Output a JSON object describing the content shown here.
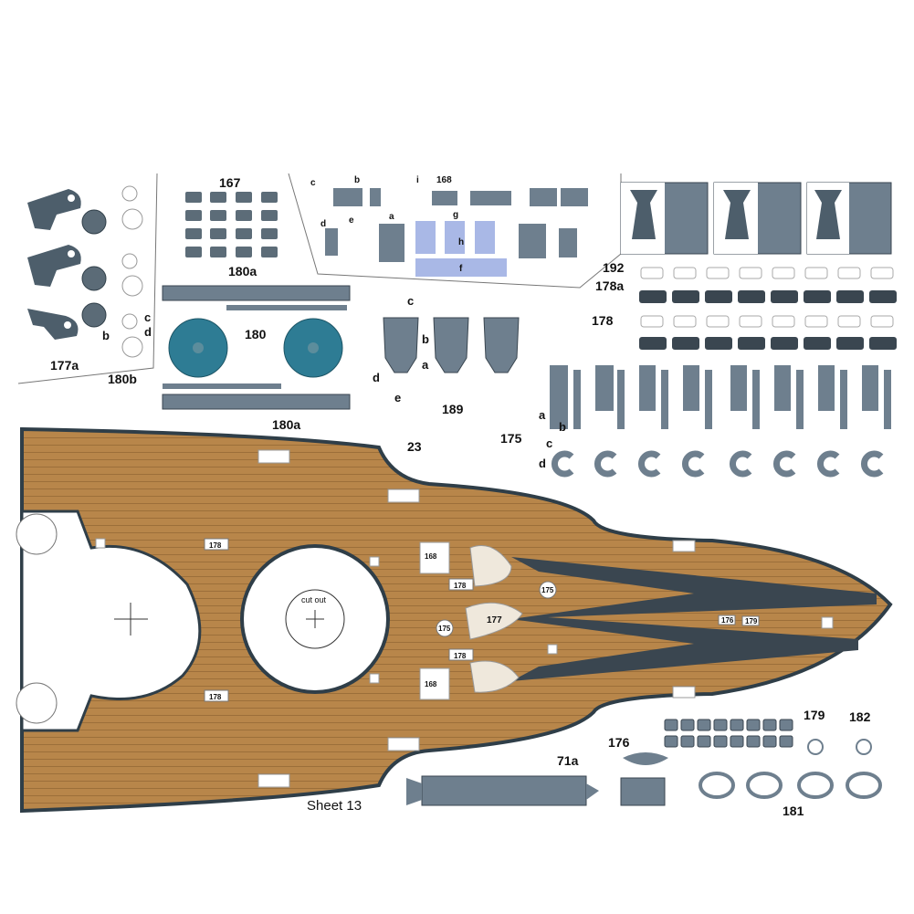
{
  "sheet_caption": "Sheet 13",
  "colors": {
    "deck": "#b8864a",
    "deck_plank": "#9c6f3a",
    "part_gray": "#6e7f8e",
    "part_dark": "#3a4650",
    "hull_edge": "#2f3e48",
    "turret_teal": "#2e7c94",
    "light_blue": "#a9b8e6"
  },
  "labels": {
    "p167": "167",
    "p168": "168",
    "p177a": "177a",
    "p180": "180",
    "p180a_top": "180a",
    "p180a_bottom": "180a",
    "p180b": "180b",
    "p189": "189",
    "p192": "192",
    "p178a": "178a",
    "p178": "178",
    "p175": "175",
    "p23": "23",
    "p179": "179",
    "p182": "182",
    "p181": "181",
    "p176": "176",
    "p71a": "71a",
    "a": "a",
    "b": "b",
    "c": "c",
    "d": "d",
    "e": "e",
    "f": "f",
    "g": "g",
    "h": "h",
    "i": "i"
  },
  "deck_tags": {
    "t178_1": "178",
    "t178_2": "178",
    "t178_3": "178",
    "t178_4": "178",
    "t168_1": "168",
    "t168_2": "168",
    "t175_1": "175",
    "t175_2": "175",
    "t177": "177",
    "t176": "176",
    "t179": "179",
    "cut_out": "cut out"
  }
}
